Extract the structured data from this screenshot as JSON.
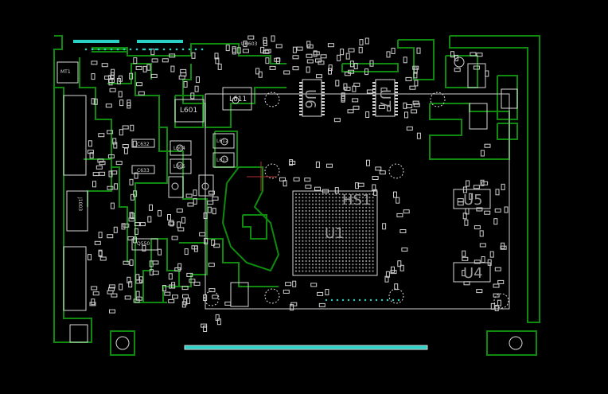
{
  "view": {
    "title": "",
    "colors": {
      "background": "#000000",
      "silkscreen": "#d8d8d8",
      "copper_outline": "#0f8a0f",
      "pads": "#2bd1c4",
      "cursor": "#b03030"
    }
  },
  "labels": {
    "u1": "U1",
    "hs1": "HS1",
    "u4": "U4",
    "u5": "U5",
    "u6": "U6",
    "u7": "U7",
    "l601": "L601",
    "l611": "L611",
    "mt1": "MT1",
    "q550": "Q550",
    "j1003": "J1003",
    "uh603": "UH603",
    "l604": "L604",
    "l605": "L605",
    "l612": "L612",
    "l613": "L613",
    "c632": "C632",
    "c633": "C633"
  }
}
